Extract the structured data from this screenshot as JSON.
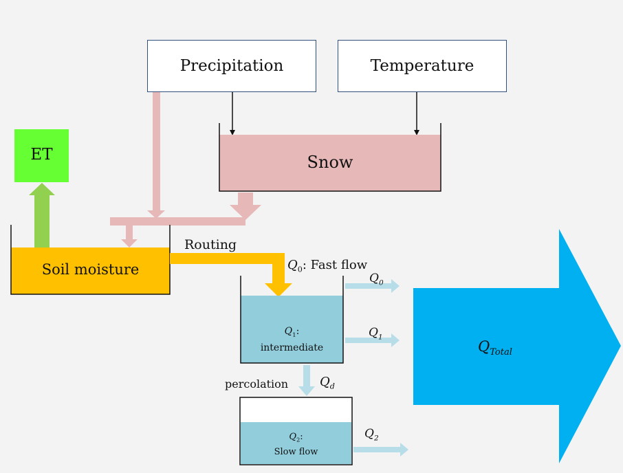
{
  "inputs": {
    "precipitation": "Precipitation",
    "temperature": "Temperature"
  },
  "stores": {
    "snow": "Snow",
    "et": "ET",
    "soil_moisture": "Soil moisture",
    "q1_symbol": "Q",
    "q1_sub": "1",
    "q1_suffix": ":",
    "q1_name": "intermediate",
    "q2_symbol": "Q",
    "q2_sub": "2",
    "q2_suffix": ":",
    "q2_name": "Slow flow"
  },
  "flows": {
    "routing": "Routing",
    "fast_symbol": "Q",
    "fast_sub": "0",
    "fast_label": ": Fast flow",
    "percolation": "percolation",
    "qd_symbol": "Q",
    "qd_sub": "d",
    "q0_symbol": "Q",
    "q0_sub": "0",
    "q1_symbol": "Q",
    "q1_sub": "1",
    "q2_symbol": "Q",
    "q2_sub": "2",
    "total_symbol": "Q",
    "total_sub": "Total"
  },
  "colors": {
    "snow": "#e6b8b7",
    "snow_flow": "#e6b8b7",
    "et": "#66ff33",
    "et_arrow": "#92d050",
    "soil": "#ffc000",
    "water": "#92cddc",
    "water_arrow": "#b7dde8",
    "total": "#00b0f0"
  }
}
